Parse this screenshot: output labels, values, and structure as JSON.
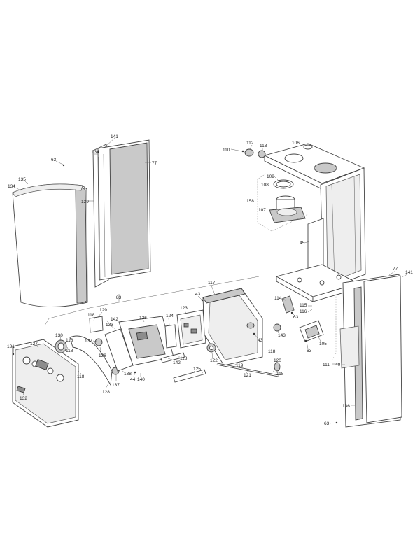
{
  "diagram": {
    "callouts": {
      "c141a": "141",
      "c77a": "77",
      "c134a": "134",
      "c63a": "63",
      "c139": "139",
      "c135": "135",
      "c134b": "134",
      "c110": "110",
      "c112": "112",
      "c113": "113",
      "c106": "106",
      "c109": "109",
      "c108": "108",
      "c158": "158",
      "c107": "107",
      "c45": "45",
      "c83": "83",
      "c77b": "77",
      "c141b": "141",
      "c117": "117",
      "c43a": "43",
      "c123": "123",
      "c129": "129",
      "c118a": "118",
      "c142a": "142",
      "c133": "133",
      "c126": "126",
      "c124": "124",
      "c114": "114",
      "c115": "115",
      "c116": "116",
      "c63b": "63",
      "c130": "130",
      "c118b": "118",
      "c137a": "137",
      "c138a": "138",
      "c43b": "43",
      "c143": "143",
      "c105": "105",
      "c63c": "63",
      "c131": "131",
      "c127": "127",
      "c118c": "118",
      "c118d": "118",
      "c142b": "142",
      "c118e": "118",
      "c122": "122",
      "c119": "119",
      "c120": "120",
      "c121": "121",
      "c125": "125",
      "c118f": "118",
      "c118g": "118",
      "c138b": "138",
      "c137b": "137",
      "c44": "44",
      "c140": "140",
      "c128": "128",
      "c132": "132",
      "c111": "111",
      "c40": "40",
      "c136": "136",
      "c63d": "63"
    }
  }
}
